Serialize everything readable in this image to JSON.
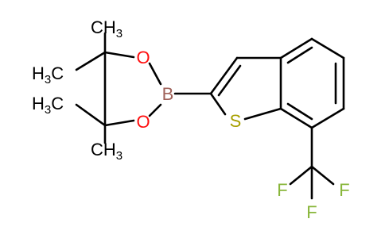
{
  "molecule": {
    "atoms": {
      "o_top": "O",
      "o_bottom": "O",
      "boron": "B",
      "sulfur": "S",
      "f_left": "F",
      "f_right": "F",
      "f_bottom": "F",
      "ch3_top_right": {
        "main": "CH",
        "sub": "3"
      },
      "h3c_top_left": {
        "main": "H",
        "sub": "3",
        "tail": "C"
      },
      "h3c_bottom_left": {
        "main": "H",
        "sub": "3",
        "tail": "C"
      },
      "ch3_bottom_right": {
        "main": "CH",
        "sub": "3"
      }
    },
    "colors": {
      "bond": "#000000",
      "carbon_text": "#000000",
      "oxygen": "#ff0d0d",
      "boron": "#a0625a",
      "sulfur": "#a8a000",
      "fluorine": "#88b63a"
    }
  }
}
